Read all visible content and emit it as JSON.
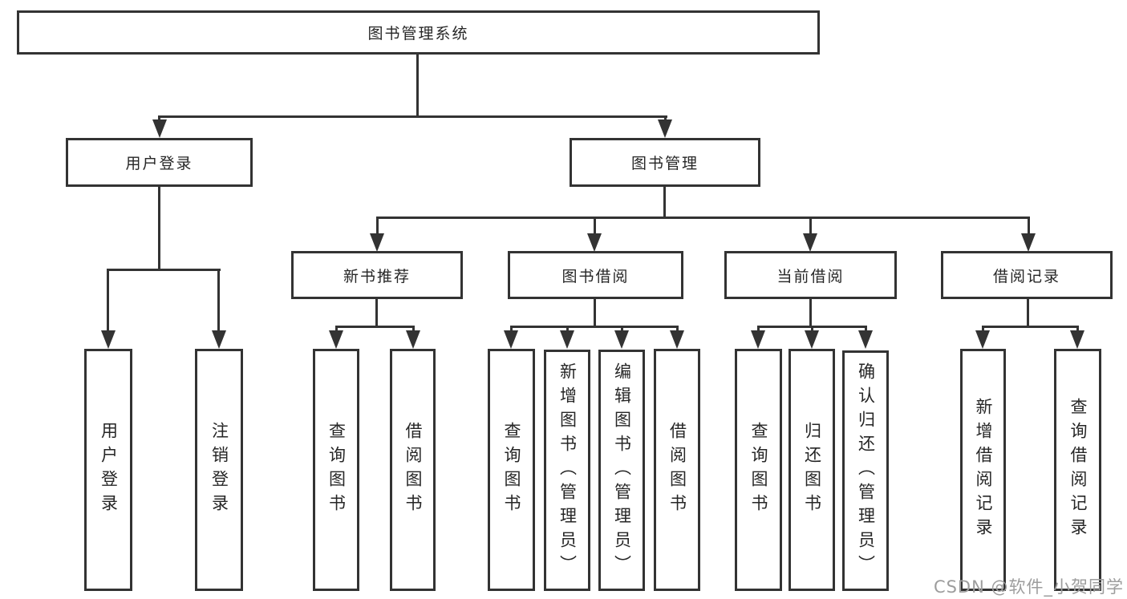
{
  "diagram": {
    "title": "图书管理系统",
    "watermark": "CSDN @软件_小贺同学",
    "colors": {
      "line": "#333333",
      "text": "#262626",
      "background": "#ffffff",
      "watermark": "#9d9d9d"
    },
    "nodes": {
      "root": {
        "label": "图书管理系统"
      },
      "user_login": {
        "label": "用户登录"
      },
      "book_management": {
        "label": "图书管理"
      },
      "new_book_recommend": {
        "label": "新书推荐"
      },
      "book_borrow": {
        "label": "图书借阅"
      },
      "current_borrow": {
        "label": "当前借阅"
      },
      "borrow_records": {
        "label": "借阅记录"
      },
      "leaf_user_login": {
        "label": "用户登录"
      },
      "leaf_logout": {
        "label": "注销登录"
      },
      "leaf_query_book_1": {
        "label": "查询图书"
      },
      "leaf_borrow_book_1": {
        "label": "借阅图书"
      },
      "leaf_query_book_2": {
        "label": "查询图书"
      },
      "leaf_add_book": {
        "label": "新增图书（管理员）"
      },
      "leaf_edit_book": {
        "label": "编辑图书（管理员）"
      },
      "leaf_borrow_book_2": {
        "label": "借阅图书"
      },
      "leaf_query_book_3": {
        "label": "查询图书"
      },
      "leaf_return_book": {
        "label": "归还图书"
      },
      "leaf_confirm_return": {
        "label": "确认归还（管理员）"
      },
      "leaf_add_record": {
        "label": "新增借阅记录"
      },
      "leaf_query_record": {
        "label": "查询借阅记录"
      }
    },
    "structure": {
      "root_children": [
        "用户登录",
        "图书管理"
      ],
      "user_login_children": [
        "用户登录",
        "注销登录"
      ],
      "book_management_children": [
        "新书推荐",
        "图书借阅",
        "当前借阅",
        "借阅记录"
      ],
      "new_book_recommend_children": [
        "查询图书",
        "借阅图书"
      ],
      "book_borrow_children": [
        "查询图书",
        "新增图书（管理员）",
        "编辑图书（管理员）",
        "借阅图书"
      ],
      "current_borrow_children": [
        "查询图书",
        "归还图书",
        "确认归还（管理员）"
      ],
      "borrow_records_children": [
        "新增借阅记录",
        "查询借阅记录"
      ]
    }
  }
}
